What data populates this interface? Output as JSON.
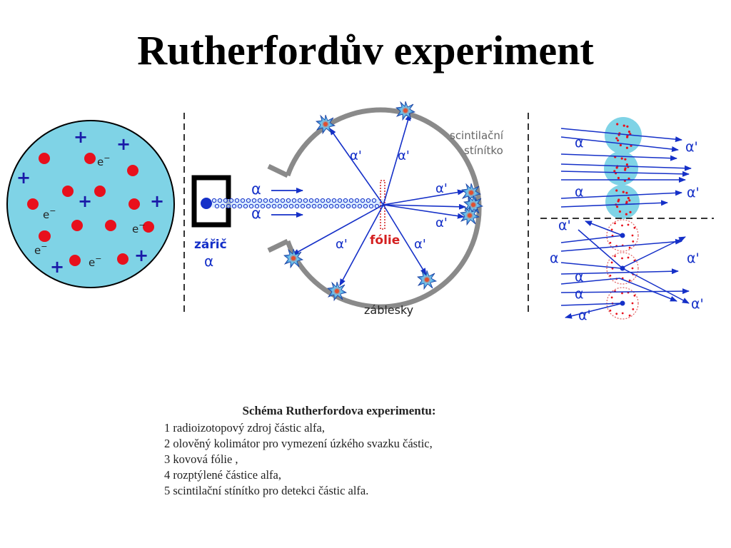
{
  "title": "Rutherfordův experiment",
  "atom_model": {
    "plus_sign": "+",
    "electron_label": "e",
    "electron_charge": "−"
  },
  "experiment": {
    "source_label": "zářič",
    "alpha": "α",
    "alpha_scattered": "α'",
    "foil_label": "fólie",
    "screen_label_line1": "scintilační",
    "screen_label_line2": "stínítko",
    "flashes_label": "záblesky"
  },
  "legend": {
    "heading": "Schéma Rutherfordova experimentu:",
    "items": [
      "1 radioizotopový zdroj částic alfa,",
      "2 olověný kolimátor pro vymezení úzkého svazku částic,",
      "3 kovová fólie ,",
      "4 rozptýlené částice alfa,",
      "5 scintilační stínítko pro detekci částic alfa."
    ]
  },
  "colors": {
    "atom_fill": "#7fd3e6",
    "atom_stroke": "#000000",
    "positive": "#1a1aa8",
    "electron": "#e8101c",
    "arrow": "#1530c8",
    "screen": "#8a8a8a",
    "foil": "#d42020",
    "flash": "#3aa0d8"
  }
}
